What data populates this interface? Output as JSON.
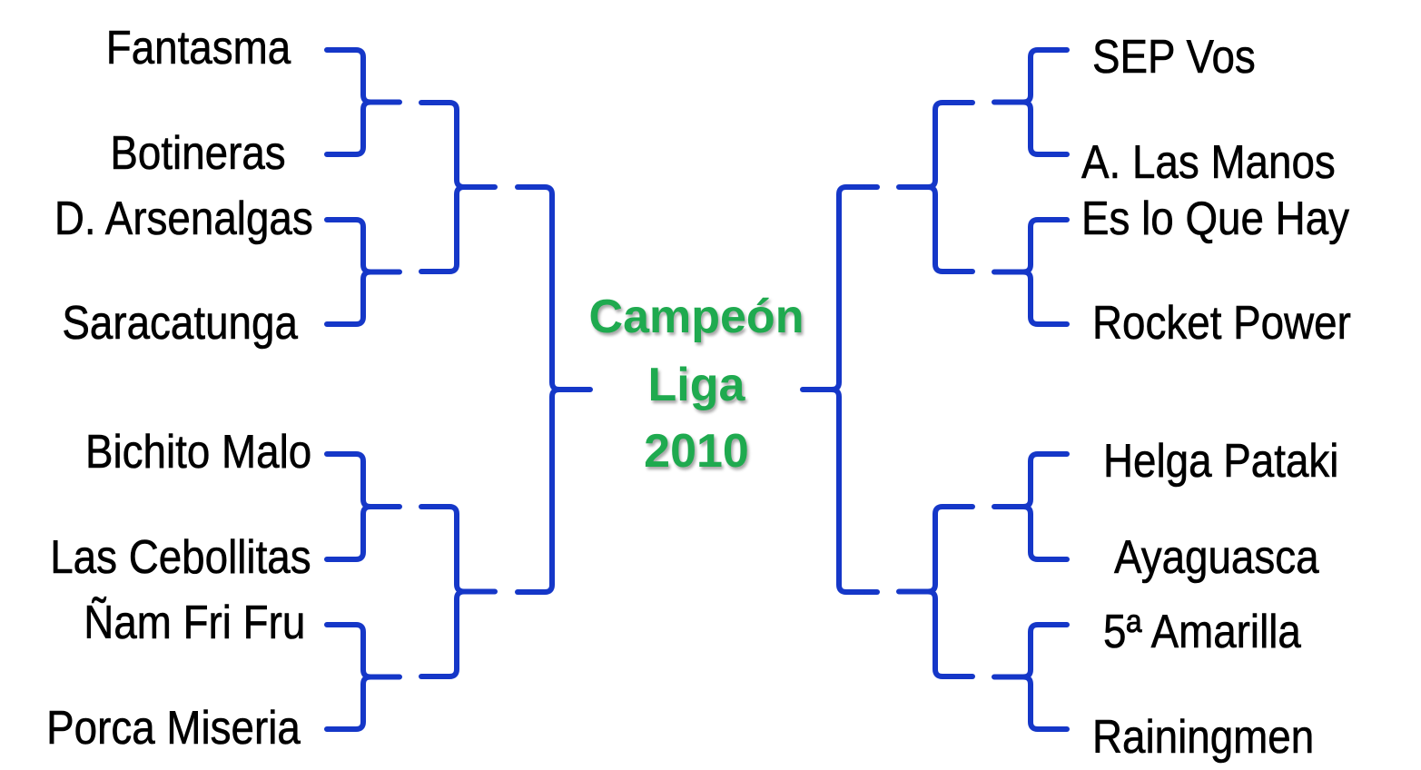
{
  "colors": {
    "bracket": "#1537c8",
    "champion_text": "#1faa4f",
    "team_text": "#000000"
  },
  "left_teams": [
    "Fantasma",
    "Botineras",
    "D. Arsenalgas",
    "Saracatunga",
    "Bichito Malo",
    "Las Cebollitas",
    "Ñam Fri Fru",
    "Porca Miseria"
  ],
  "right_teams": [
    "SEP Vos",
    "A. Las Manos",
    "Es lo Que Hay",
    "Rocket Power",
    "Helga Pataki",
    "Ayaguasca",
    "5ª Amarilla",
    "Rainingmen"
  ],
  "champion": {
    "line1": "Campeón",
    "line2": "Liga",
    "line3": "2010"
  }
}
